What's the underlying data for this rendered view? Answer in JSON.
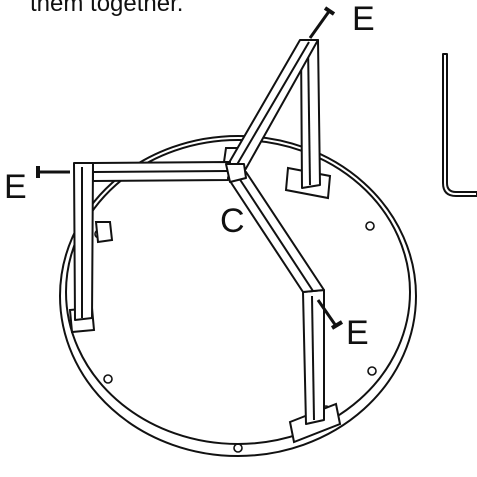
{
  "instruction_text": "them together.",
  "labels": {
    "screw_top": "E",
    "screw_left": "E",
    "screw_right": "E",
    "center_bracket": "C"
  },
  "colors": {
    "ink": "#111111",
    "fill": "#ffffff"
  }
}
